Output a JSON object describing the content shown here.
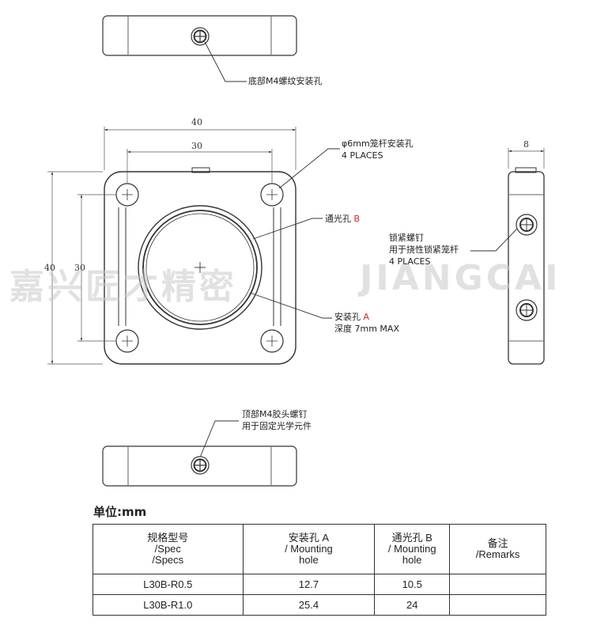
{
  "annotations": {
    "bottom_thread": "底部M4螺纹安装孔",
    "rod_hole_line1": "φ6mm笼杆安装孔",
    "rod_hole_line2": "4 PLACES",
    "aperture_b": "通光孔",
    "aperture_b_tag": "B",
    "mount_a": "安装孔",
    "mount_a_tag": "A",
    "mount_depth": "深度 7mm MAX",
    "lock_line1": "锁紧螺钉",
    "lock_line2": "用于挠性锁紧笼杆",
    "lock_line3": "4 PLACES",
    "top_screw_line1": "顶部M4胶头螺钉",
    "top_screw_line2": "用于固定光学元件"
  },
  "dimensions": {
    "overall_width": "40",
    "rod_spacing_h": "30",
    "overall_height": "40",
    "rod_spacing_v": "30",
    "thickness": "8"
  },
  "watermark": {
    "cn": "嘉兴匠才精密",
    "en": "JIANGCAI"
  },
  "unit_label": "单位:mm",
  "table": {
    "headers": [
      [
        "规格型号",
        "/Spec",
        "/Specs"
      ],
      [
        "安装孔 A",
        "/ Mounting",
        "hole"
      ],
      [
        "通光孔 B",
        "/ Mounting",
        "hole"
      ],
      [
        "备注",
        "/Remarks"
      ]
    ],
    "rows": [
      [
        "L30B-R0.5",
        "12.7",
        "10.5",
        ""
      ],
      [
        "L30B-R1.0",
        "25.4",
        "24",
        ""
      ]
    ]
  },
  "colors": {
    "accent_red": "#e02020",
    "line": "#333333"
  }
}
